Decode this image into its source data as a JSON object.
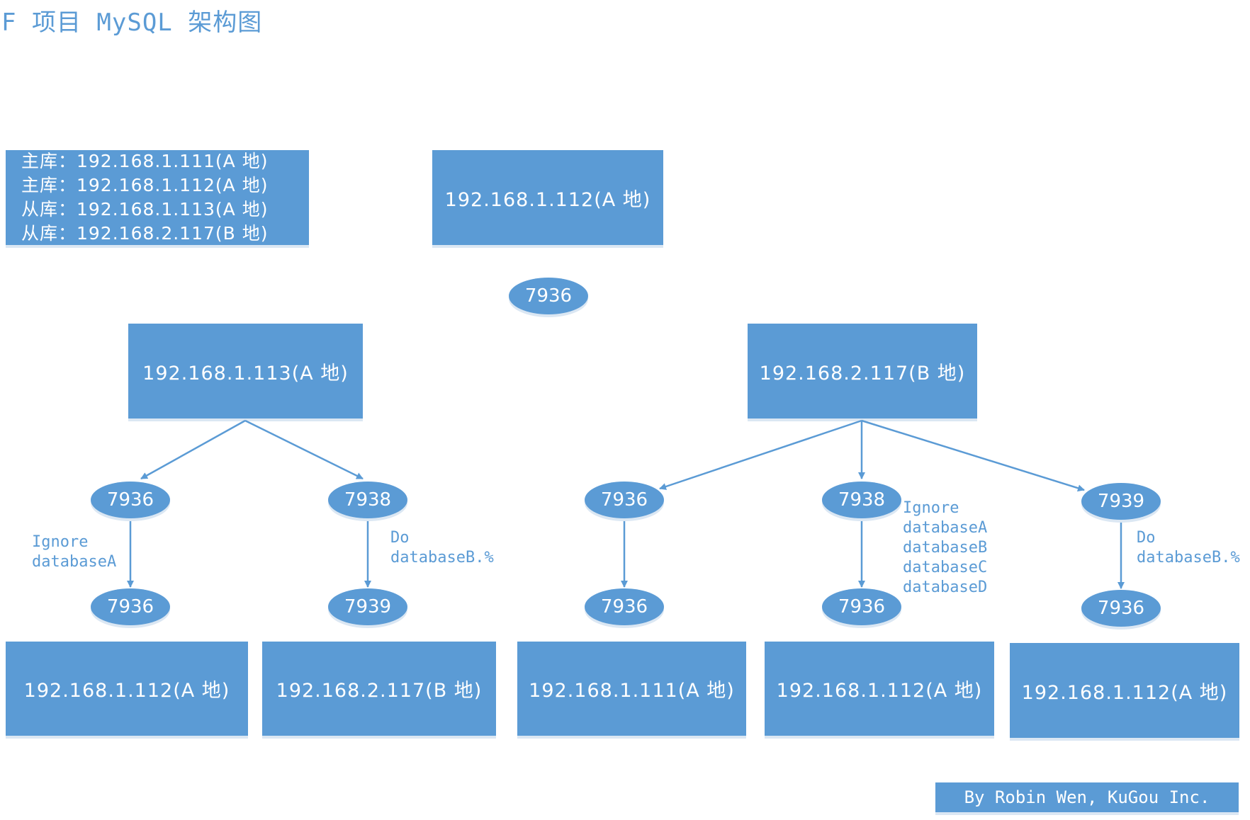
{
  "title": "F 项目 MySQL 架构图",
  "legend": [
    "主库：192.168.1.111(A 地)",
    "主库：192.168.1.112(A 地)",
    "从库：192.168.1.113(A 地)",
    "从库：192.168.2.117(B 地)"
  ],
  "nodes": {
    "top": "192.168.1.112(A 地)",
    "mid_left": "192.168.1.113(A 地)",
    "mid_right": "192.168.2.117(B 地)",
    "bottom": [
      "192.168.1.112(A 地)",
      "192.168.2.117(B 地)",
      "192.168.1.111(A 地)",
      "192.168.1.112(A 地)",
      "192.168.1.112(A 地)"
    ]
  },
  "ports": {
    "top": "7936",
    "upper": [
      "7936",
      "7938",
      "7936",
      "7938",
      "7939"
    ],
    "lower": [
      "7936",
      "7939",
      "7936",
      "7936",
      "7936"
    ]
  },
  "notes": {
    "a": [
      "Ignore",
      "databaseA"
    ],
    "b": [
      "Do",
      "databaseB.%"
    ],
    "c": [
      "Ignore",
      "databaseA",
      "databaseB",
      "databaseC",
      "databaseD"
    ],
    "d": [
      "Do",
      "databaseB.%"
    ]
  },
  "credit": "By Robin Wen, KuGou Inc.",
  "colors": {
    "accent": "#5b9bd5",
    "shadow": "#dbe7f3",
    "text_on_accent": "#ffffff"
  }
}
